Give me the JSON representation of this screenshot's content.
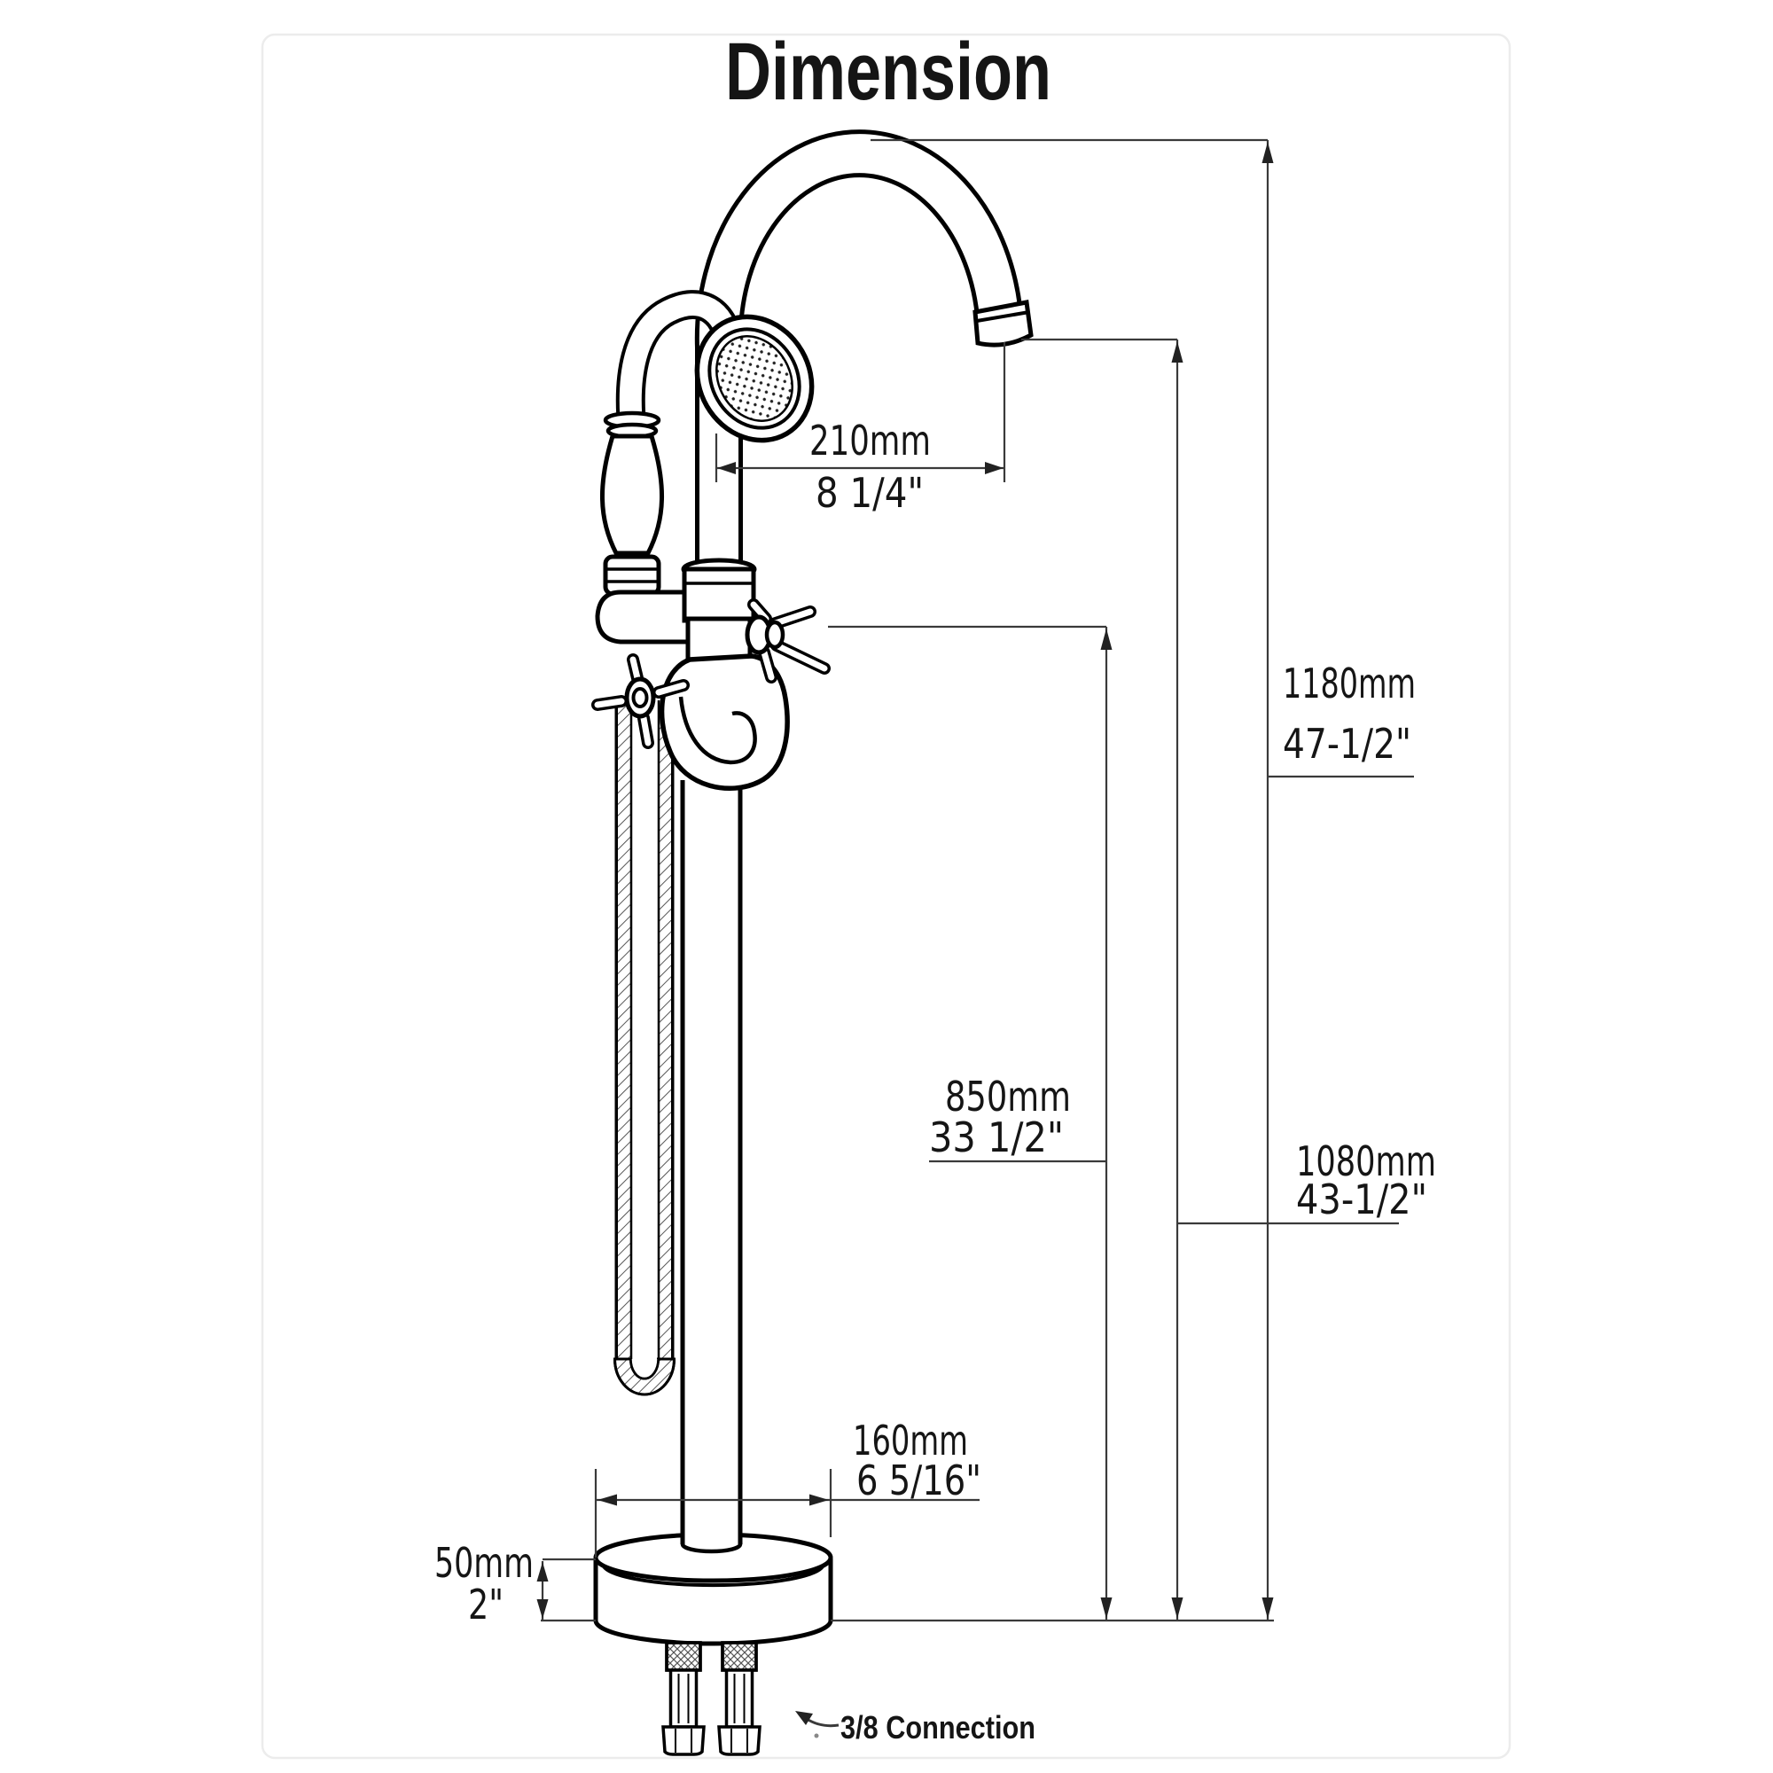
{
  "title": "Dimension",
  "dimensions": {
    "spout_reach": {
      "mm": "210mm",
      "inch": "8 1/4\""
    },
    "overall_height": {
      "mm": "1180mm",
      "inch": "47-1/2\""
    },
    "handle_height": {
      "mm": "850mm",
      "inch": "33 1/2\""
    },
    "spout_height": {
      "mm": "1080mm",
      "inch": "43-1/2\""
    },
    "base_diameter": {
      "mm": "160mm",
      "inch": "6 5/16\""
    },
    "base_height": {
      "mm": "50mm",
      "inch": "2\""
    }
  },
  "annotations": {
    "connection": "3/8 Connection"
  },
  "colors": {
    "line_art": "#000000",
    "dimension_lines": "#3a3a3a",
    "text": "#151515",
    "background": "#ffffff",
    "canvas_border": "#ececec"
  }
}
